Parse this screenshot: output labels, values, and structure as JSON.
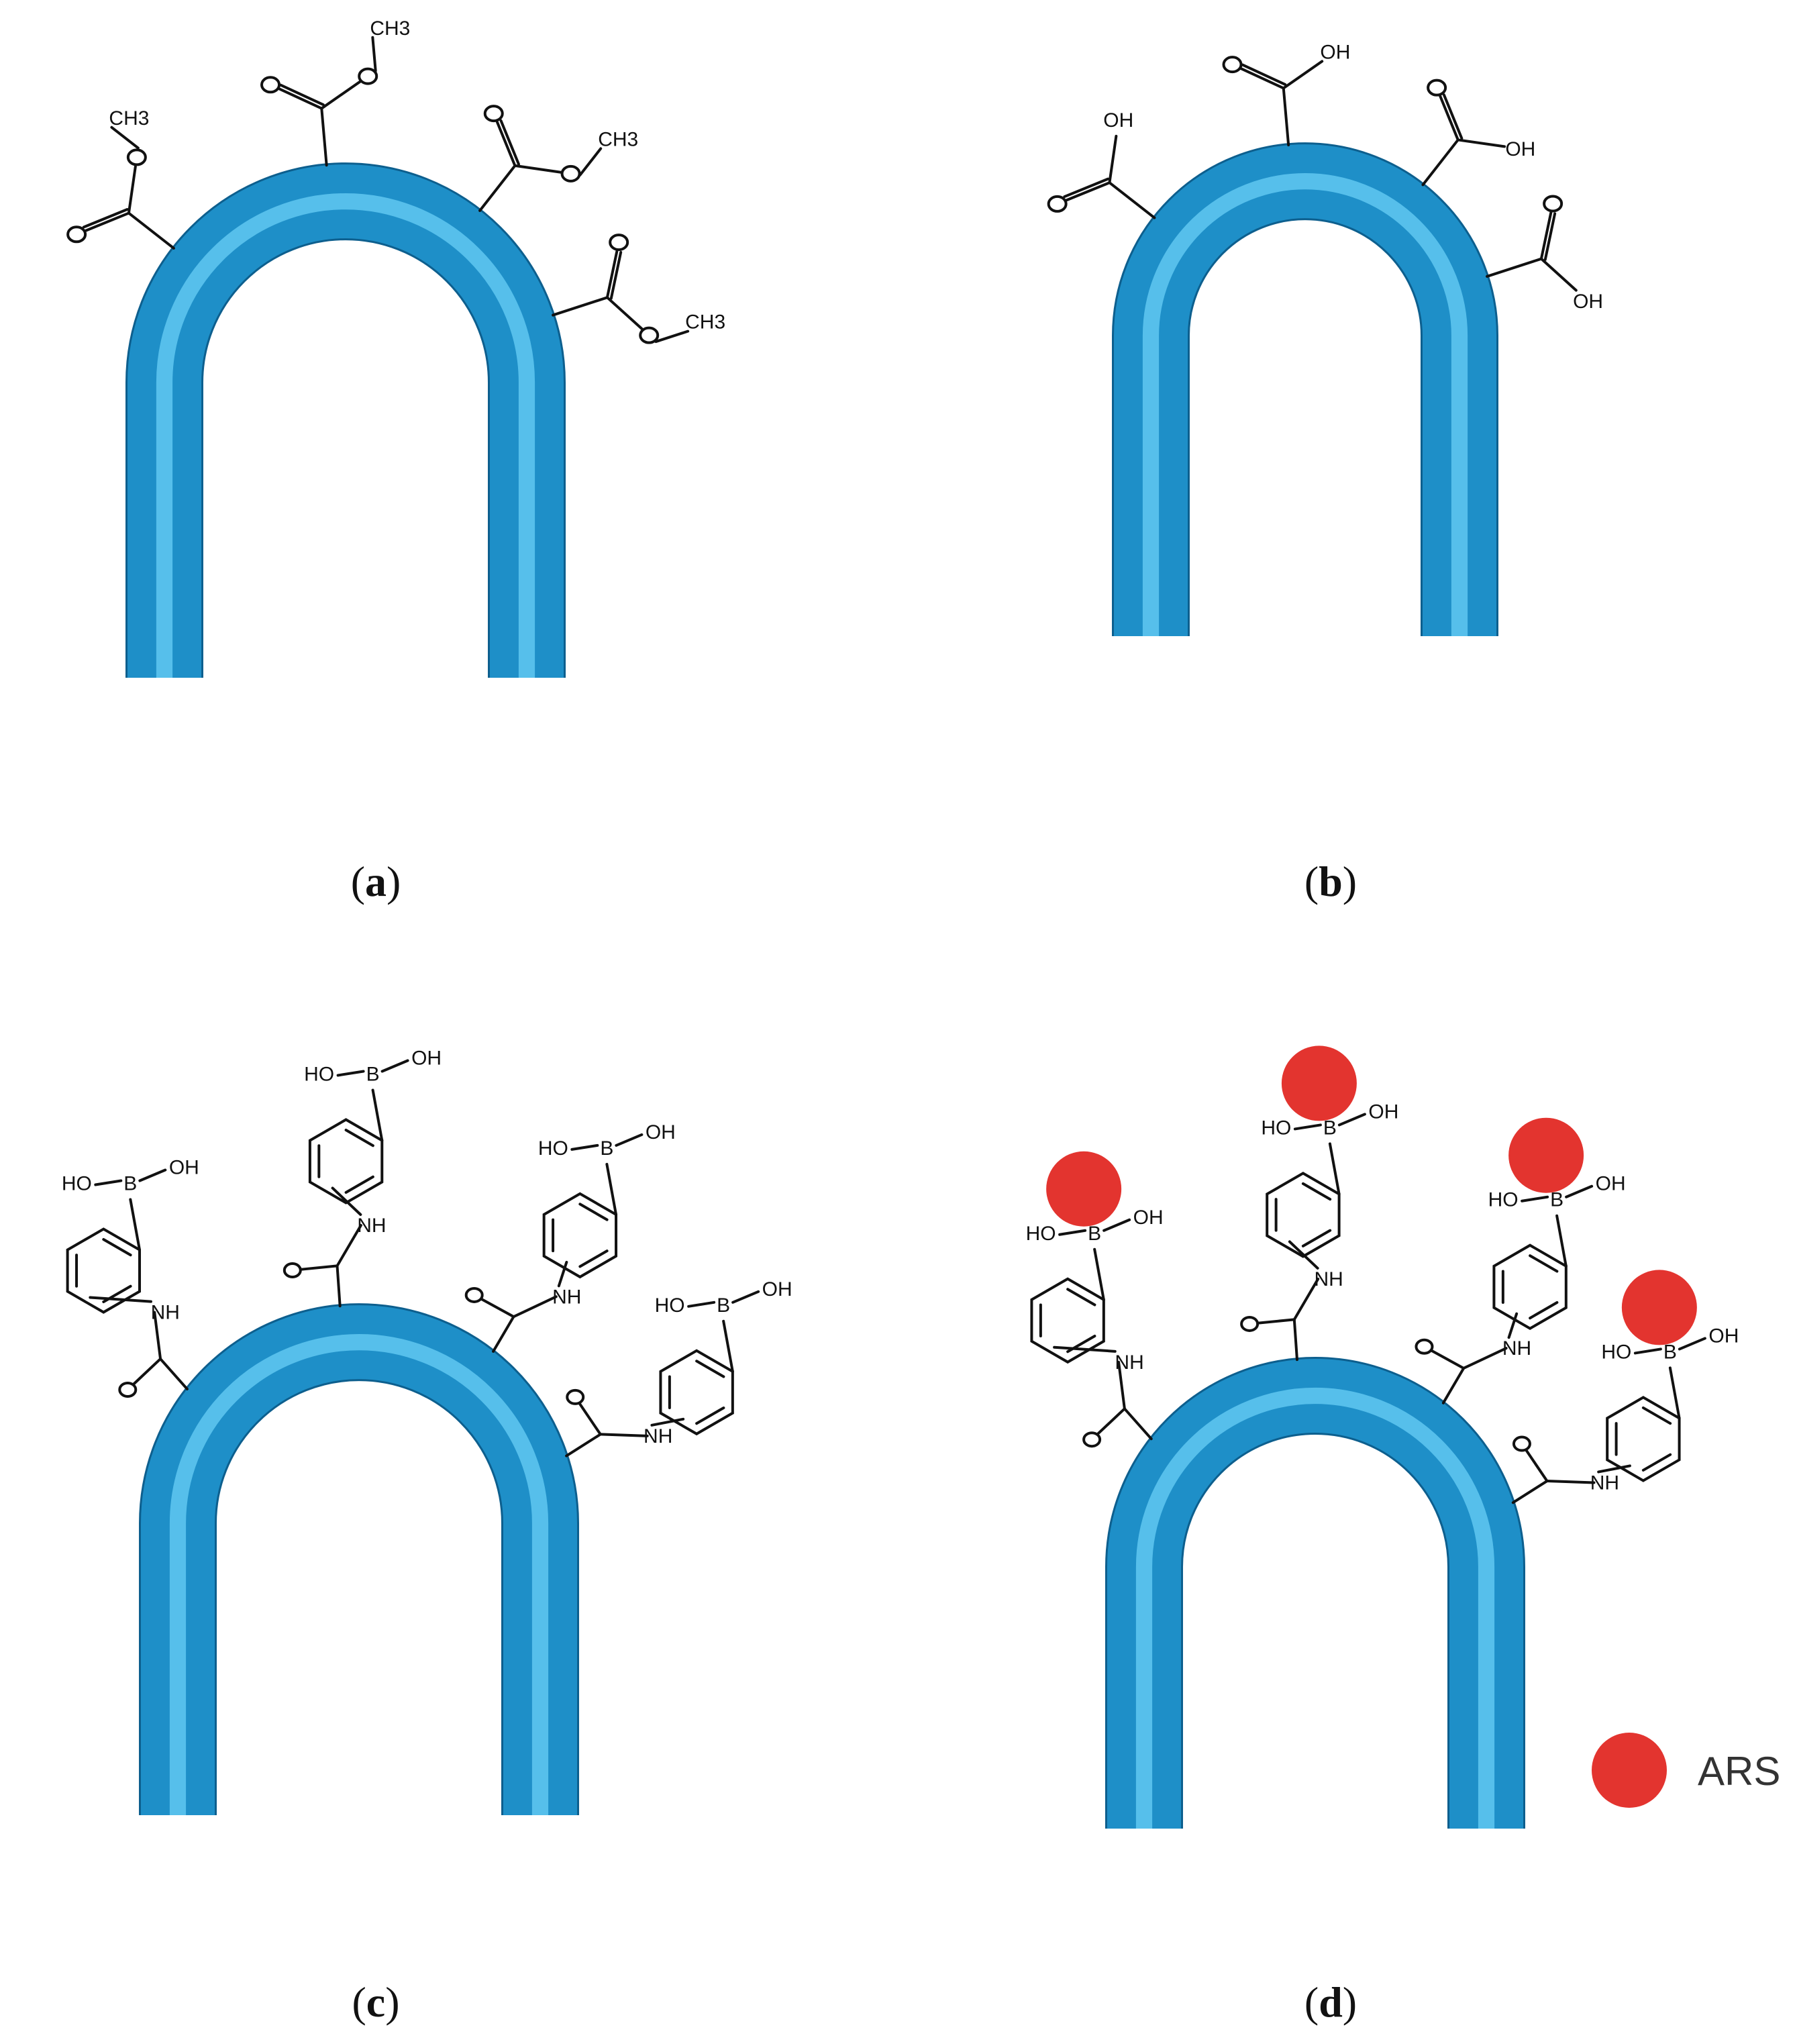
{
  "panels": [
    {
      "id": "a",
      "caption_open": "(",
      "caption_letter": "a",
      "caption_close": ")",
      "group": "CH3",
      "group_text": "CH3",
      "variant": "ester"
    },
    {
      "id": "b",
      "caption_open": "(",
      "caption_letter": "b",
      "caption_close": ")",
      "group": "COOH",
      "group_text": "OH",
      "variant": "acid"
    },
    {
      "id": "c",
      "caption_open": "(",
      "caption_letter": "c",
      "caption_close": ")",
      "group": "phenylboronic-amide",
      "variant": "boronic"
    },
    {
      "id": "d",
      "caption_open": "(",
      "caption_letter": "d",
      "caption_close": ")",
      "group": "phenylboronic-amide-ARS",
      "variant": "boronic-ars"
    }
  ],
  "chem_labels": {
    "ch3": "CH3",
    "oh": "OH",
    "ho": "HO",
    "b": "B",
    "nh": "NH"
  },
  "legend": {
    "marker_label": "ARS",
    "marker_color": "#e3342f"
  },
  "colors": {
    "tube": "#1e8fc8",
    "tube_highlight": "#5cc4ee",
    "tube_shadow": "#0d5f8e",
    "ars": "#e3342f",
    "bond": "#111111"
  }
}
